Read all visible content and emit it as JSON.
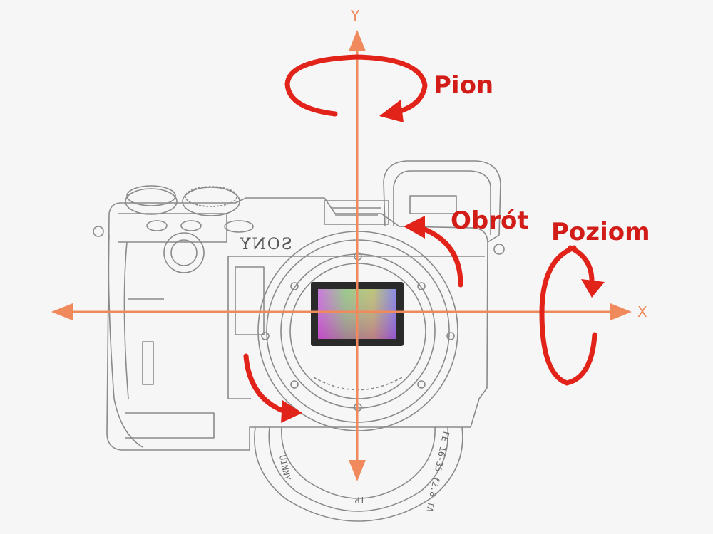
{
  "axes": {
    "y_label": "Y",
    "x_label": "X"
  },
  "rotations": {
    "pion": "Pion",
    "obrot": "Obrót",
    "poziom": "Poziom"
  },
  "camera": {
    "brand": "SONY",
    "lens_text_left": "UINNY",
    "lens_text_right": "FE 16-35 f2.8 TA",
    "lens_text_bottom": "TP"
  },
  "colors": {
    "axis": "#f08a5d",
    "rotation_arrow": "#e2231a",
    "label_text": "#d21c18",
    "sketch": "#8a8a8a"
  }
}
